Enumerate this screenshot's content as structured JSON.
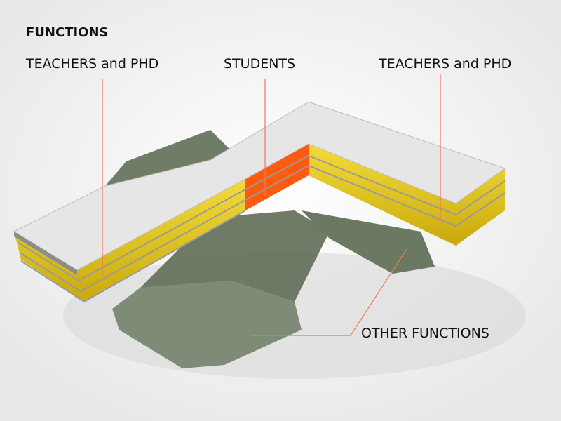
{
  "title": "FUNCTIONS",
  "labels": {
    "teachers_left": "TEACHERS and PHD",
    "students": "STUDENTS",
    "teachers_right": "TEACHERS and PHD",
    "other": "OTHER FUNCTIONS"
  },
  "colors": {
    "slab": "#e6e6e6",
    "teachers": "#e8c81a",
    "students": "#ff5a10",
    "other": "#6f7c66",
    "leader": "#f07850"
  }
}
